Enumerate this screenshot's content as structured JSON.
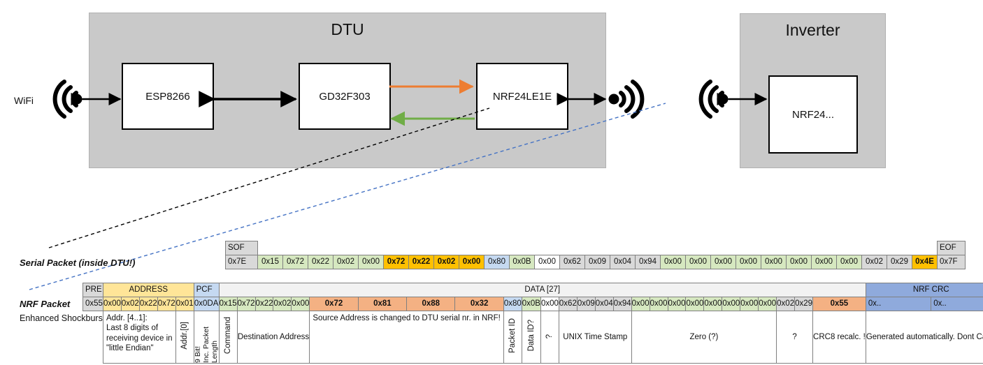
{
  "diagram": {
    "dtu": {
      "title": "DTU",
      "chips": [
        {
          "label": "ESP8266"
        },
        {
          "label": "GD32F303"
        },
        {
          "label": "NRF24LE1E"
        }
      ],
      "wifi_label": "WiFi"
    },
    "inverter": {
      "title": "Inverter",
      "chips": [
        {
          "label": "NRF24..."
        }
      ]
    },
    "colors": {
      "enclosure": "#c9c9c9",
      "arrow_tx": "#ed7d31",
      "arrow_rx": "#70ad47",
      "arrow_bidi": "#000000",
      "callout_serial": "#000000",
      "callout_nrf": "#4472c4"
    }
  },
  "labels": {
    "serial_packet": "Serial Packet (inside DTU!)",
    "nrf_packet": "NRF Packet",
    "shockburst": "Enhanced Shockburst"
  },
  "serial_packet": {
    "sof_header": "SOF",
    "sof_value": "0x7E",
    "eof_header": "EOF",
    "eof_value": "0x7F",
    "bytes": [
      {
        "v": "0x15",
        "fill": "f-green",
        "bold": false
      },
      {
        "v": "0x72",
        "fill": "f-green",
        "bold": false
      },
      {
        "v": "0x22",
        "fill": "f-green",
        "bold": false
      },
      {
        "v": "0x02",
        "fill": "f-green",
        "bold": false
      },
      {
        "v": "0x00",
        "fill": "f-green",
        "bold": false
      },
      {
        "v": "0x72",
        "fill": "f-yellow",
        "bold": true
      },
      {
        "v": "0x22",
        "fill": "f-yellow",
        "bold": true
      },
      {
        "v": "0x02",
        "fill": "f-yellow",
        "bold": true
      },
      {
        "v": "0x00",
        "fill": "f-yellow",
        "bold": true
      },
      {
        "v": "0x80",
        "fill": "f-blue",
        "bold": false
      },
      {
        "v": "0x0B",
        "fill": "f-green",
        "bold": false
      },
      {
        "v": "0x00",
        "fill": "f-white",
        "bold": false
      },
      {
        "v": "0x62",
        "fill": "f-gray",
        "bold": false
      },
      {
        "v": "0x09",
        "fill": "f-gray",
        "bold": false
      },
      {
        "v": "0x04",
        "fill": "f-gray",
        "bold": false
      },
      {
        "v": "0x94",
        "fill": "f-gray",
        "bold": false
      },
      {
        "v": "0x00",
        "fill": "f-green",
        "bold": false
      },
      {
        "v": "0x00",
        "fill": "f-green",
        "bold": false
      },
      {
        "v": "0x00",
        "fill": "f-green",
        "bold": false
      },
      {
        "v": "0x00",
        "fill": "f-green",
        "bold": false
      },
      {
        "v": "0x00",
        "fill": "f-green",
        "bold": false
      },
      {
        "v": "0x00",
        "fill": "f-green",
        "bold": false
      },
      {
        "v": "0x00",
        "fill": "f-green",
        "bold": false
      },
      {
        "v": "0x00",
        "fill": "f-green",
        "bold": false
      },
      {
        "v": "0x02",
        "fill": "f-gray",
        "bold": false
      },
      {
        "v": "0x29",
        "fill": "f-gray",
        "bold": false
      },
      {
        "v": "0x4E",
        "fill": "f-orange",
        "bold": true
      }
    ]
  },
  "nrf_packet": {
    "headers": {
      "pre": "PRE",
      "address": "ADDRESS",
      "pcf": "PCF",
      "data": "DATA [27]",
      "crc": "NRF CRC"
    },
    "pre_value": "0x55",
    "address_values": [
      "0x00",
      "0x02",
      "0x22",
      "0x72",
      "0x01"
    ],
    "pcf_value": "0x0DA",
    "crc_values": [
      "0x..",
      "0x.."
    ],
    "bytes": [
      {
        "v": "0x15",
        "fill": "f-green",
        "bold": false
      },
      {
        "v": "0x72",
        "fill": "f-green",
        "bold": false
      },
      {
        "v": "0x22",
        "fill": "f-green",
        "bold": false
      },
      {
        "v": "0x02",
        "fill": "f-green",
        "bold": false
      },
      {
        "v": "0x00",
        "fill": "f-green",
        "bold": false
      },
      {
        "v": "0x72",
        "fill": "f-salmon2",
        "bold": true
      },
      {
        "v": "0x81",
        "fill": "f-salmon2",
        "bold": true
      },
      {
        "v": "0x88",
        "fill": "f-salmon2",
        "bold": true
      },
      {
        "v": "0x32",
        "fill": "f-salmon2",
        "bold": true
      },
      {
        "v": "0x80",
        "fill": "f-blue",
        "bold": false
      },
      {
        "v": "0x0B",
        "fill": "f-green",
        "bold": false
      },
      {
        "v": "0x00",
        "fill": "f-white",
        "bold": false
      },
      {
        "v": "0x62",
        "fill": "f-gray",
        "bold": false
      },
      {
        "v": "0x09",
        "fill": "f-gray",
        "bold": false
      },
      {
        "v": "0x04",
        "fill": "f-gray",
        "bold": false
      },
      {
        "v": "0x94",
        "fill": "f-gray",
        "bold": false
      },
      {
        "v": "0x00",
        "fill": "f-green",
        "bold": false
      },
      {
        "v": "0x00",
        "fill": "f-green",
        "bold": false
      },
      {
        "v": "0x00",
        "fill": "f-green",
        "bold": false
      },
      {
        "v": "0x00",
        "fill": "f-green",
        "bold": false
      },
      {
        "v": "0x00",
        "fill": "f-green",
        "bold": false
      },
      {
        "v": "0x00",
        "fill": "f-green",
        "bold": false
      },
      {
        "v": "0x00",
        "fill": "f-green",
        "bold": false
      },
      {
        "v": "0x00",
        "fill": "f-green",
        "bold": false
      },
      {
        "v": "0x02",
        "fill": "f-gray",
        "bold": false
      },
      {
        "v": "0x29",
        "fill": "f-gray",
        "bold": false
      },
      {
        "v": "0x55",
        "fill": "f-salmon2",
        "bold": true
      }
    ]
  },
  "annotations": {
    "address": "Addr. [4..1]:\nLast 8 digits of receiving device in \"little Endian\"",
    "addr0": "Addr.[0]",
    "pcf_1": "9 Bit!",
    "pcf_2": "Inc. Packet",
    "pcf_3": "Length",
    "command": "Command",
    "destination_address": "Destination Address",
    "source_address": "Source Address is changed to DTU serial nr. in NRF!",
    "packet_id": "Packet ID",
    "data_id": "Data ID?",
    "unknown1": "?",
    "unix_time": "UNIX Time Stamp",
    "zero": "Zero (?)",
    "unknown2": "?",
    "crc8": "CRC8 recalc. !",
    "generated": "Generated automatically. Dont Care!"
  }
}
